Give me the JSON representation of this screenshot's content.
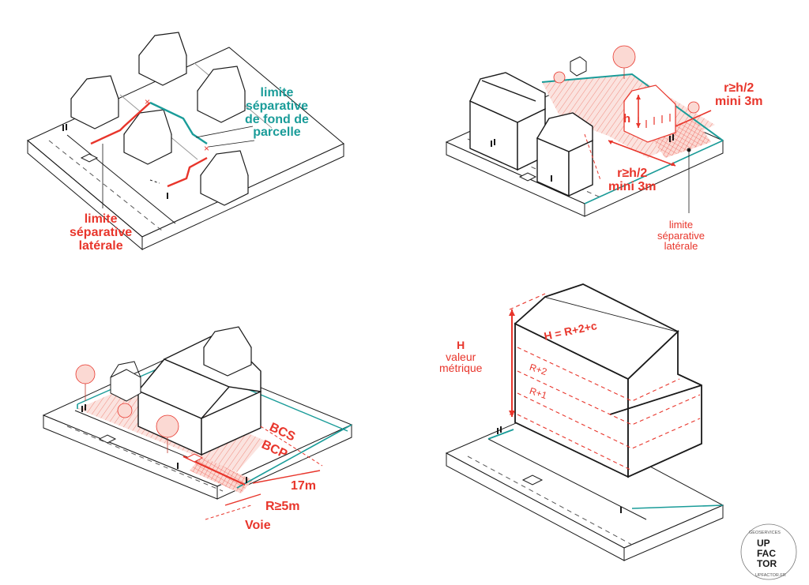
{
  "panel1": {
    "lateral_label": [
      "limite",
      "séparative",
      "latérale"
    ],
    "back_label": [
      "limite",
      "séparative",
      "de fond de",
      "parcelle"
    ]
  },
  "panel2": {
    "top_label": [
      "r≥h/2",
      "mini 3m"
    ],
    "mid_label": [
      "r≥h/2",
      "mini 3m"
    ],
    "h_label": "h",
    "lateral_label": [
      "limite",
      "séparative",
      "latérale"
    ]
  },
  "panel3": {
    "bcs": "BCS",
    "bcp": "BCP",
    "depth": "17m",
    "setback": "R≥5m",
    "road": "Voie"
  },
  "panel4": {
    "H_label": [
      "H",
      "valeur",
      "métrique"
    ],
    "formula": "H = R+2+c",
    "r2": "R+2",
    "r1": "R+1"
  },
  "logo": {
    "line1": "UP",
    "line2": "FAC",
    "line3": "TOR",
    "arc_top": "GEOSERVICES",
    "arc_side": "UPFACTOR.FR"
  },
  "colors": {
    "red": "#e8352b",
    "teal": "#1a9c99",
    "ink": "#1a1a1a",
    "hatch": "#f6c9c2"
  }
}
